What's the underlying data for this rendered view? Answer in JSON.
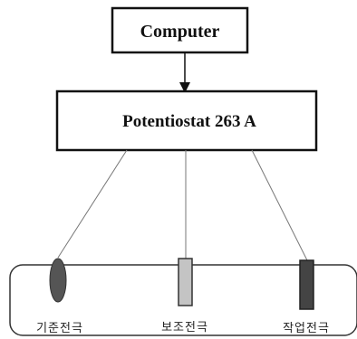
{
  "nodes": {
    "computer": {
      "label": "Computer"
    },
    "potentiostat": {
      "label": "Potentiostat 263 A"
    }
  },
  "electrodes": [
    {
      "id": "reference",
      "label": "기준전극",
      "shape": "ellipse",
      "color": "#555555"
    },
    {
      "id": "counter",
      "label": "보조전극",
      "shape": "rect",
      "color": "#c4c4c4"
    },
    {
      "id": "working",
      "label": "작업전극",
      "shape": "rect",
      "color": "#444444"
    }
  ],
  "colors": {
    "stroke": "#111111",
    "wire": "#777777",
    "background": "#ffffff"
  }
}
